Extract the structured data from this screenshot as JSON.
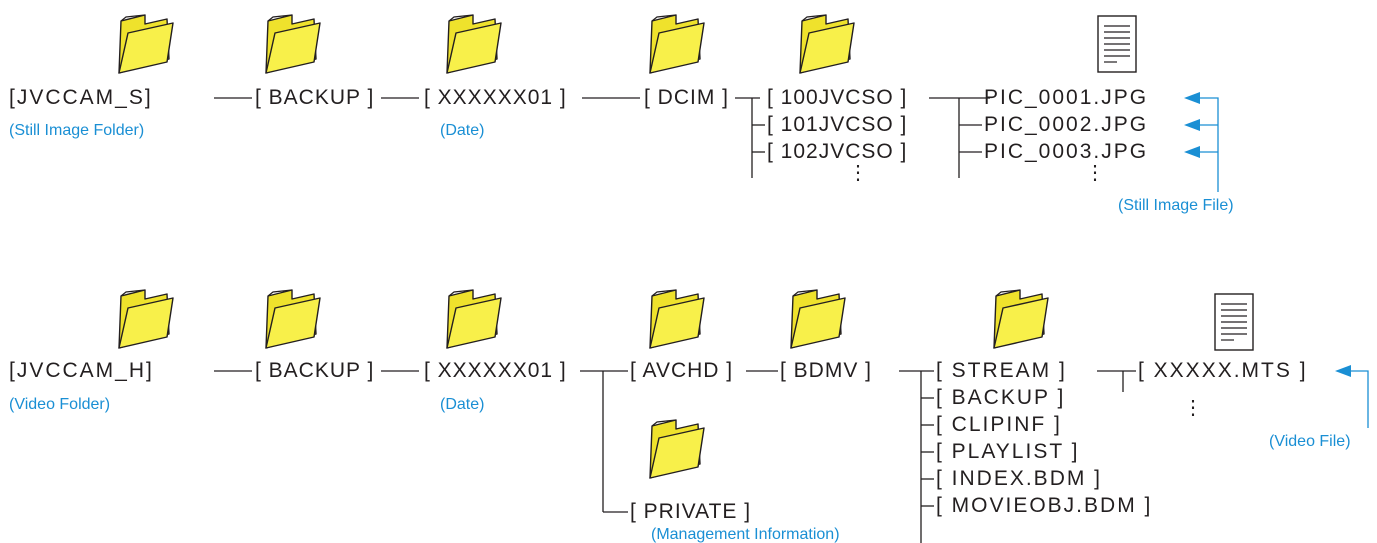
{
  "colors": {
    "accent": "#1a8fd4",
    "folder_fill": "#f6ee3a",
    "text": "#231f20"
  },
  "icons": {
    "folder": "folder-icon",
    "file": "file-icon",
    "arrow": "arrow-left-icon"
  },
  "still": {
    "root": "[JVCCAM_S]",
    "root_caption": "(Still Image Folder)",
    "backup": "[ BACKUP ]",
    "date_folder": "[ XXXXXX01 ]",
    "date_caption": "(Date)",
    "dcim": "[ DCIM ]",
    "subfolders": [
      "[ 100JVCSO ]",
      "[ 101JVCSO ]",
      "[ 102JVCSO ]"
    ],
    "files": [
      "PIC_0001.JPG",
      "PIC_0002.JPG",
      "PIC_0003.JPG"
    ],
    "file_caption": "(Still Image File)",
    "ellipsis": "⋮"
  },
  "video": {
    "root": "[JVCCAM_H]",
    "root_caption": "(Video Folder)",
    "backup": "[ BACKUP ]",
    "date_folder": "[ XXXXXX01 ]",
    "date_caption": "(Date)",
    "avchd": "[ AVCHD ]",
    "bdmv": "[ BDMV ]",
    "private": "[  PRIVATE ]",
    "private_caption": "(Management Information)",
    "bdmv_children": [
      "[ STREAM ]",
      "[ BACKUP ]",
      "[ CLIPINF ]",
      "[ PLAYLIST ]",
      "[ INDEX.BDM ]",
      "[ MOVIEOBJ.BDM ]"
    ],
    "file": "[ XXXXX.MTS ]",
    "file_caption": "(Video File)",
    "ellipsis": "⋮"
  }
}
